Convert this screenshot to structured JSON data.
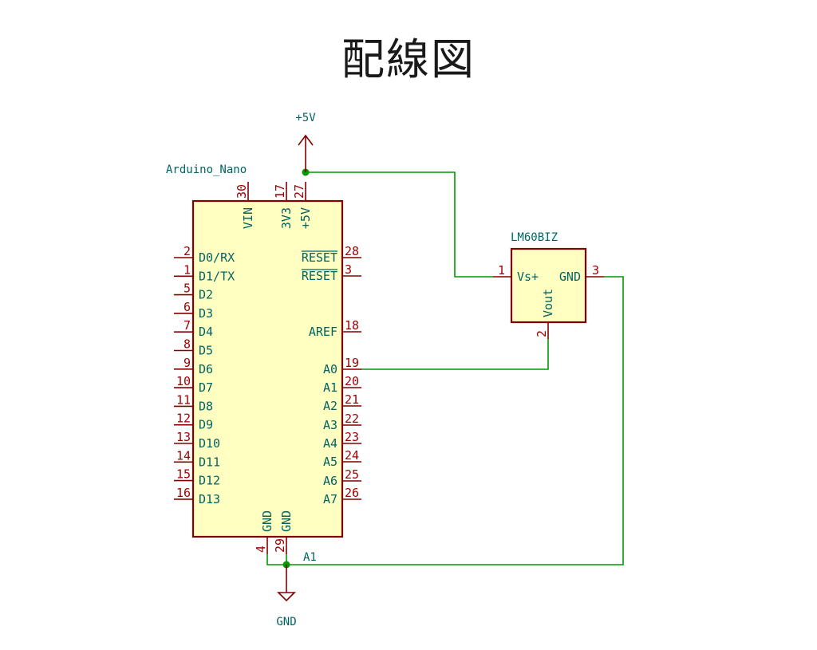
{
  "title": "配線図",
  "power": {
    "vcc_label": "+5V",
    "gnd_label": "GND"
  },
  "arduino": {
    "value": "Arduino_Nano",
    "ref": "A1",
    "top_pins": [
      {
        "num": "30",
        "name": "VIN"
      },
      {
        "num": "17",
        "name": "3V3"
      },
      {
        "num": "27",
        "name": "+5V"
      }
    ],
    "left_pins": [
      {
        "num": "2",
        "name": "D0/RX"
      },
      {
        "num": "1",
        "name": "D1/TX"
      },
      {
        "num": "5",
        "name": "D2"
      },
      {
        "num": "6",
        "name": "D3"
      },
      {
        "num": "7",
        "name": "D4"
      },
      {
        "num": "8",
        "name": "D5"
      },
      {
        "num": "9",
        "name": "D6"
      },
      {
        "num": "10",
        "name": "D7"
      },
      {
        "num": "11",
        "name": "D8"
      },
      {
        "num": "12",
        "name": "D9"
      },
      {
        "num": "13",
        "name": "D10"
      },
      {
        "num": "14",
        "name": "D11"
      },
      {
        "num": "15",
        "name": "D12"
      },
      {
        "num": "16",
        "name": "D13"
      }
    ],
    "right_pins": [
      {
        "num": "28",
        "name": "RESET"
      },
      {
        "num": "3",
        "name": "RESET"
      },
      {
        "num": "18",
        "name": "AREF"
      },
      {
        "num": "19",
        "name": "A0"
      },
      {
        "num": "20",
        "name": "A1"
      },
      {
        "num": "21",
        "name": "A2"
      },
      {
        "num": "22",
        "name": "A3"
      },
      {
        "num": "23",
        "name": "A4"
      },
      {
        "num": "24",
        "name": "A5"
      },
      {
        "num": "25",
        "name": "A6"
      },
      {
        "num": "26",
        "name": "A7"
      }
    ],
    "bottom_pins": [
      {
        "num": "4",
        "name": "GND"
      },
      {
        "num": "29",
        "name": "GND"
      }
    ]
  },
  "sensor": {
    "value": "LM60BIZ",
    "pins": [
      {
        "num": "1",
        "name": "Vs+"
      },
      {
        "num": "2",
        "name": "Vout"
      },
      {
        "num": "3",
        "name": "GND"
      }
    ]
  }
}
